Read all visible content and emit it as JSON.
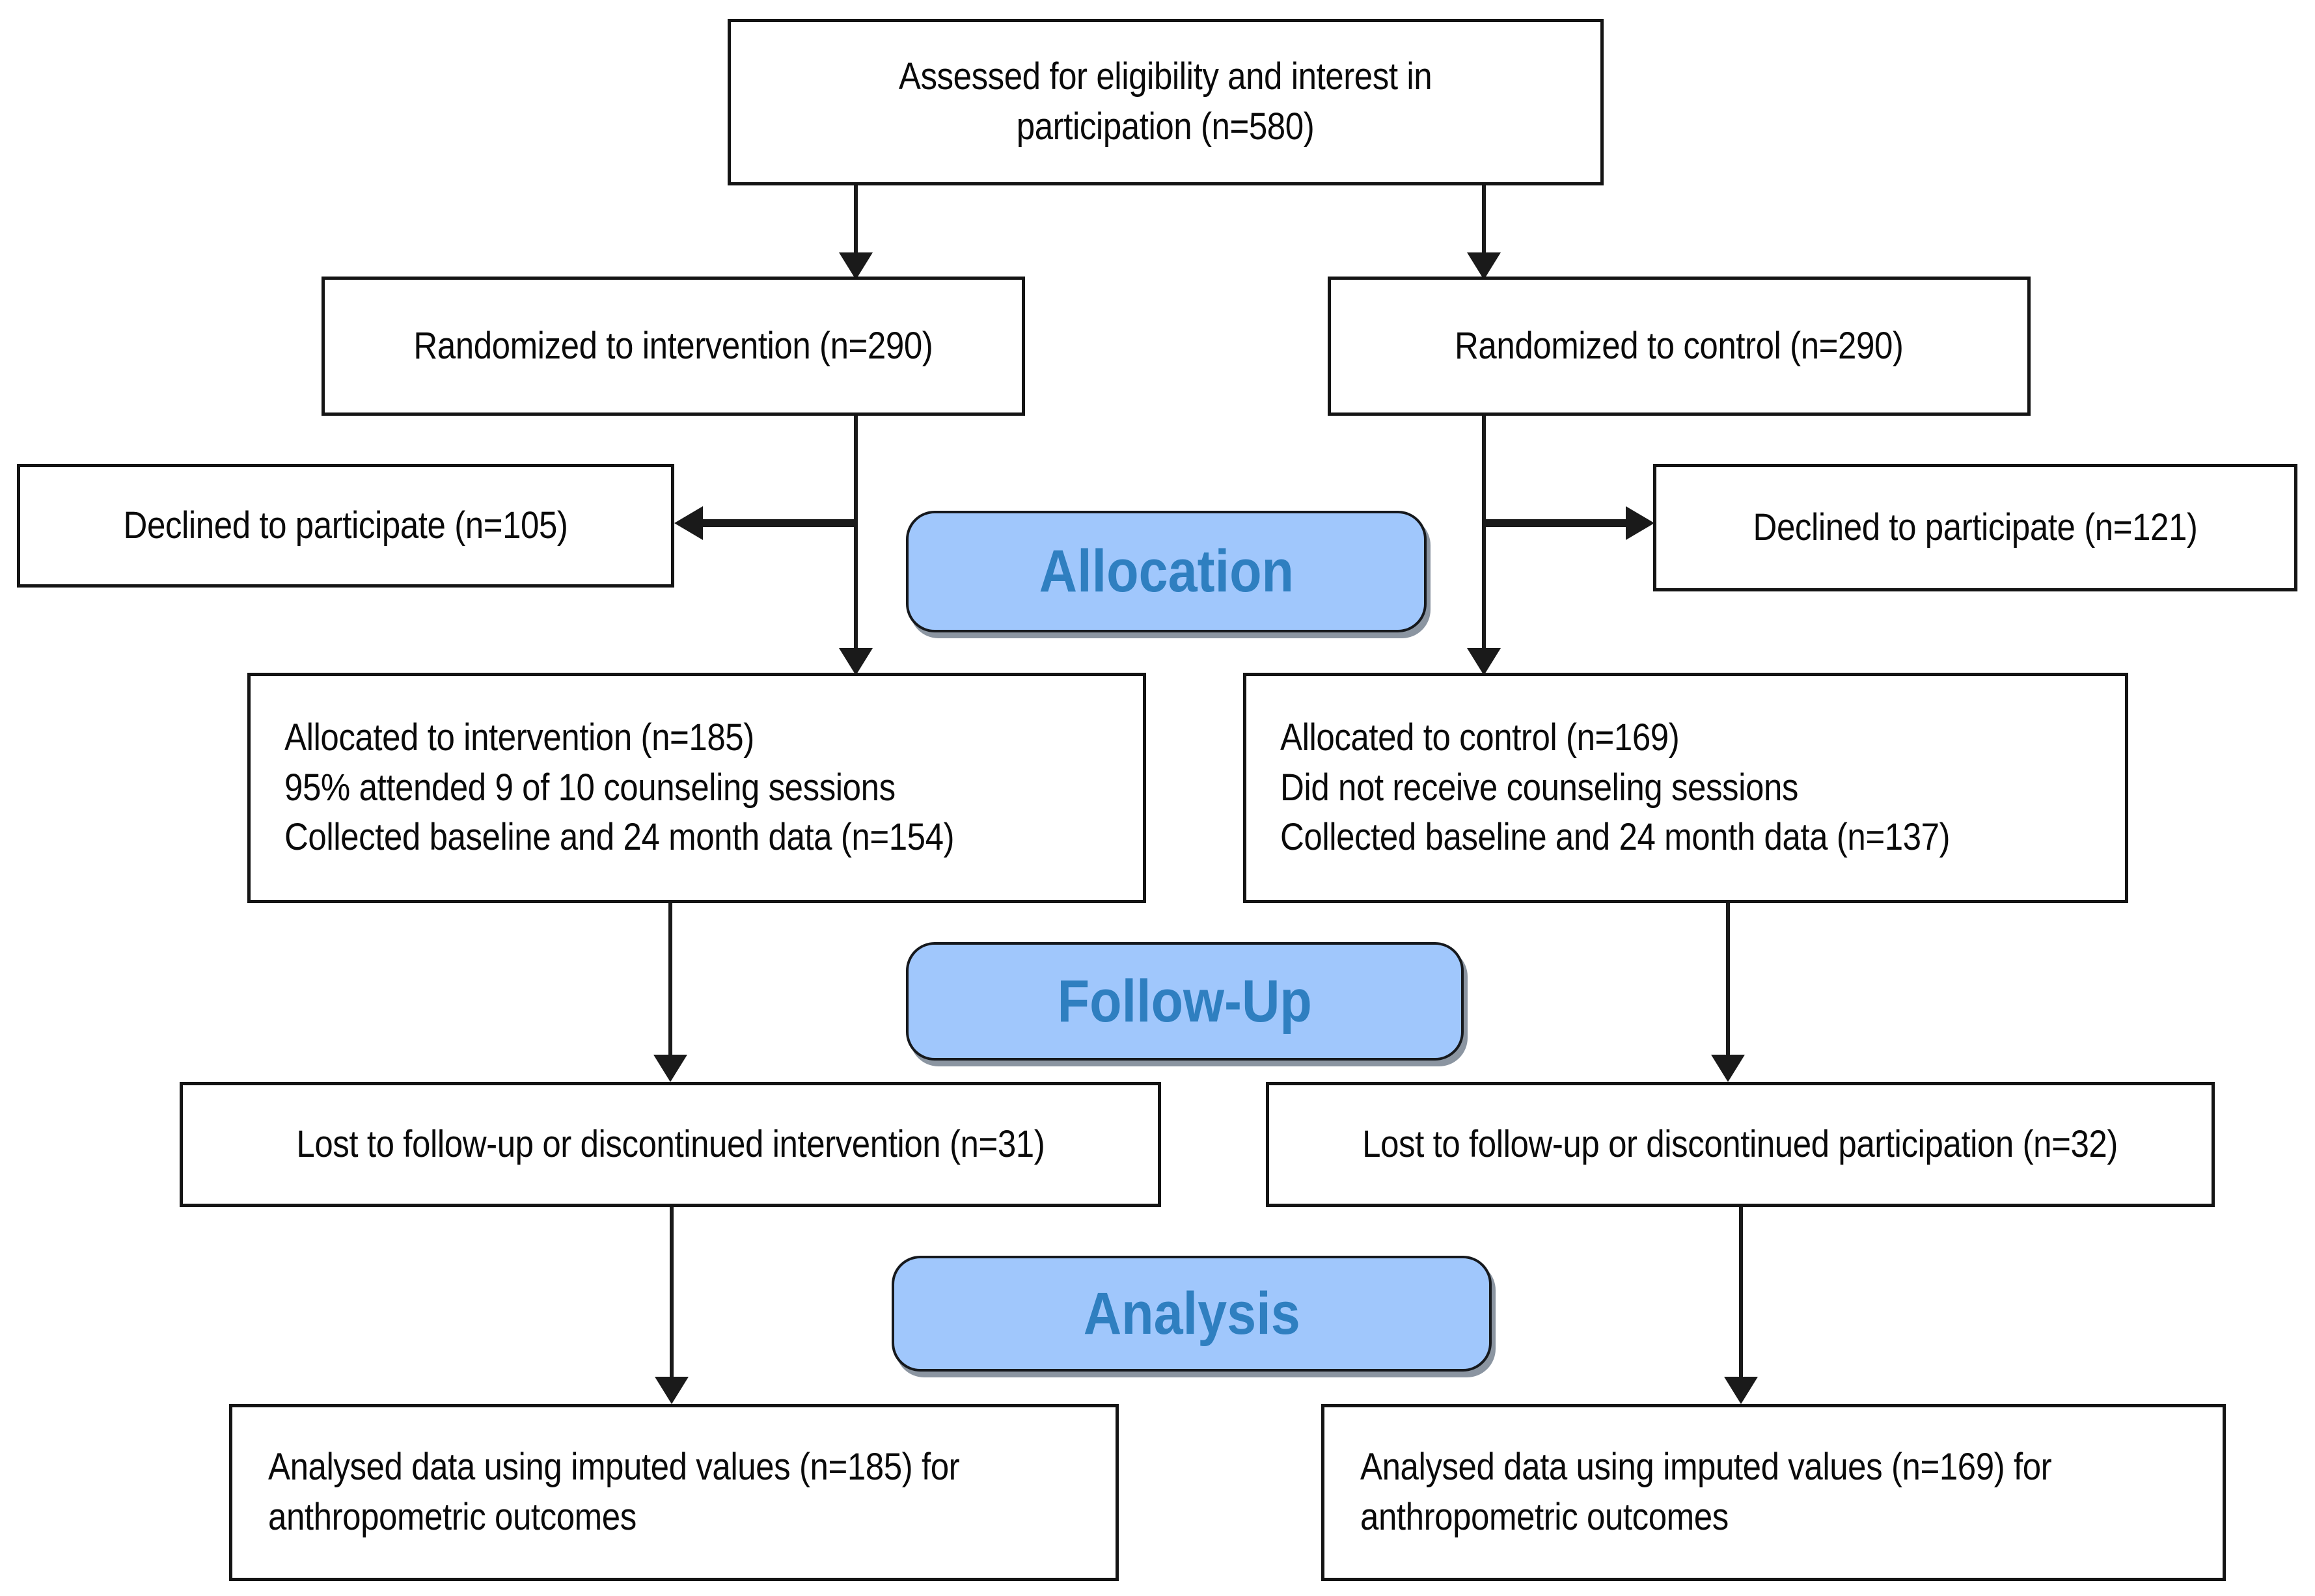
{
  "colors": {
    "background": "#ffffff",
    "box_fill": "#ffffff",
    "box_border": "#141414",
    "text": "#0a0a0a",
    "arrow": "#1a1a1a",
    "stage_fill": "#a0c7fc",
    "stage_border": "#16191d",
    "stage_text": "#2f7fc0",
    "stage_shadow": "#8b95a1"
  },
  "nodes": {
    "assessed": {
      "lines": [
        "Assessed for eligibility and interest in",
        "participation (n=580)"
      ]
    },
    "randomized_intervention": {
      "lines": [
        "Randomized to intervention (n=290)"
      ]
    },
    "randomized_control": {
      "lines": [
        "Randomized to control (n=290)"
      ]
    },
    "declined_intervention": {
      "lines": [
        "Declined to participate (n=105)"
      ]
    },
    "declined_control": {
      "lines": [
        "Declined to participate (n=121)"
      ]
    },
    "allocated_intervention": {
      "lines": [
        "Allocated to intervention (n=185)",
        "95% attended 9 of 10 counseling sessions",
        "Collected baseline and 24 month data (n=154)"
      ]
    },
    "allocated_control": {
      "lines": [
        "Allocated to control (n=169)",
        "Did not receive counseling sessions",
        "Collected baseline and 24 month data (n=137)"
      ]
    },
    "lost_intervention": {
      "lines": [
        "Lost to follow-up or discontinued intervention (n=31)"
      ]
    },
    "lost_control": {
      "lines": [
        "Lost to follow-up or discontinued participation (n=32)"
      ]
    },
    "analysed_intervention": {
      "lines": [
        "Analysed data using imputed values (n=185) for",
        "anthropometric outcomes"
      ]
    },
    "analysed_control": {
      "lines": [
        "Analysed data using imputed values (n=169) for",
        "anthropometric outcomes"
      ]
    }
  },
  "stages": {
    "allocation": "Allocation",
    "followup": "Follow-Up",
    "analysis": "Analysis"
  }
}
